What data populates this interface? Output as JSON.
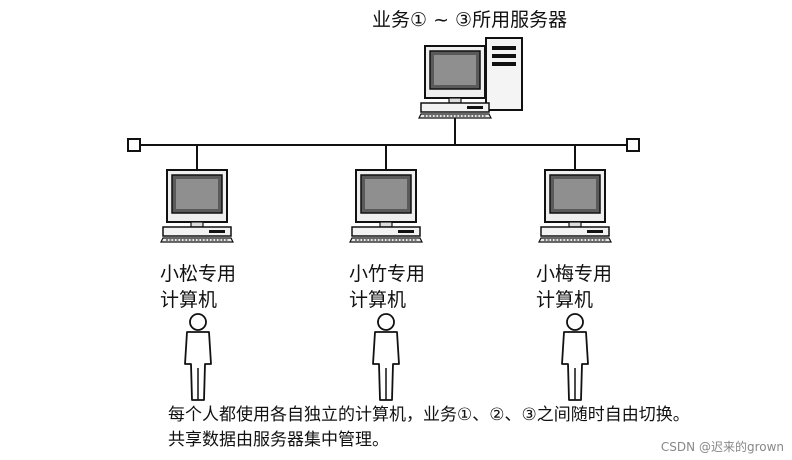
{
  "title": "业务① ~ ③所用服务器",
  "clients": [
    {
      "line1": "小松专用",
      "line2": "计算机"
    },
    {
      "line1": "小竹专用",
      "line2": "计算机"
    },
    {
      "line1": "小梅专用",
      "line2": "计算机"
    }
  ],
  "caption": {
    "line1": "每个人都使用各自独立的计算机，业务①、②、③之间随时自由切换。",
    "line2": "共享数据由服务器集中管理。"
  },
  "watermark": "CSDN @迟来的grown"
}
